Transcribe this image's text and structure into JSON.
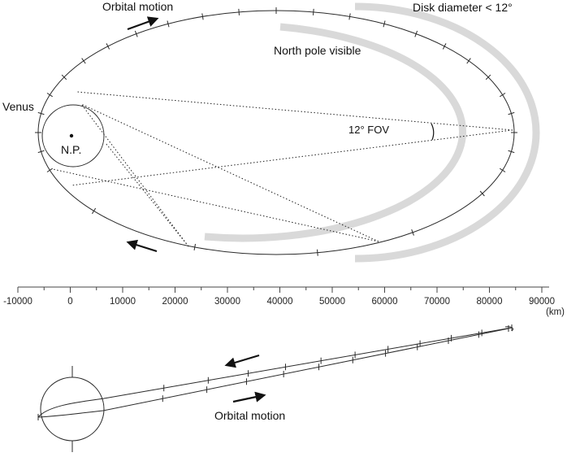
{
  "labels": {
    "venus": "Venus",
    "north_pole": "N.P.",
    "orbital_motion_top": "Orbital motion",
    "orbital_motion_bottom": "Orbital motion",
    "disk_diameter": "Disk diameter < 12°",
    "north_pole_visible": "North pole visible",
    "fov": "12° FOV"
  },
  "axis": {
    "unit": "(km)",
    "ticks": [
      "-10000",
      "0",
      "10000",
      "20000",
      "30000",
      "40000",
      "50000",
      "60000",
      "70000",
      "80000",
      "90000"
    ]
  },
  "colors": {
    "line": "#2a2a2a",
    "region_band": "#d9d9d9"
  }
}
